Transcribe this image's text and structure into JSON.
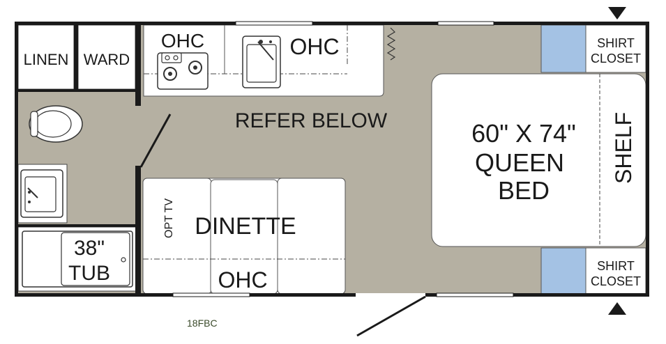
{
  "floorplan": {
    "model": "18FBC",
    "labels": {
      "linen": "LINEN",
      "ward": "WARD",
      "ohc_stove": "OHC",
      "ohc_sink": "OHC",
      "refer": "REFER BELOW",
      "opt_tv": "OPT TV",
      "dinette": "DINETTE",
      "ohc_dinette": "OHC",
      "tub_size": "38\"",
      "tub": "TUB",
      "bed_size": "60\" X 74\"",
      "bed_type": "QUEEN",
      "bed": "BED",
      "shelf": "SHELF",
      "shirt_top": "SHIRT",
      "closet_top": "CLOSET",
      "shirt_bottom": "SHIRT",
      "closet_bottom": "CLOSET"
    },
    "colors": {
      "floor": "#b5b0a2",
      "wall": "#1a1a1a",
      "closet_blue": "#a4c2e4",
      "furniture": "#ffffff"
    }
  }
}
